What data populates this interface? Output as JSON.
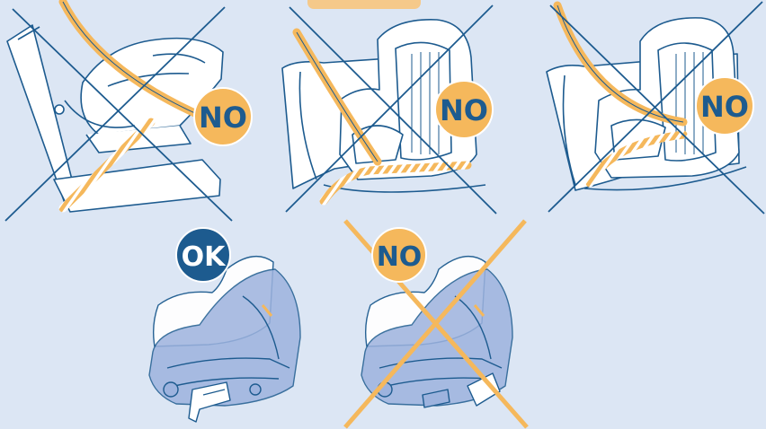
{
  "colors": {
    "background": "#dce6f4",
    "line": "#1d5b8f",
    "seat_fill": "#ffffff",
    "belt": "#f5b85c",
    "belt_stripe": "#e9932c",
    "badge_fill": "#f5b85c",
    "badge_ok_fill": "#1d5b8f",
    "badge_text": "#1d5b8f",
    "badge_ok_text": "#ffffff",
    "cross_orange": "#f5b85c",
    "base_fill": "#9db3de"
  },
  "panels": [
    {
      "id": "panel-1",
      "badge": "NO",
      "verdict": "incorrect"
    },
    {
      "id": "panel-2",
      "badge": "NO",
      "verdict": "incorrect"
    },
    {
      "id": "panel-3",
      "badge": "NO",
      "verdict": "incorrect"
    },
    {
      "id": "panel-4",
      "badge": "OK",
      "verdict": "correct"
    },
    {
      "id": "panel-5",
      "badge": "NO",
      "verdict": "incorrect"
    }
  ]
}
